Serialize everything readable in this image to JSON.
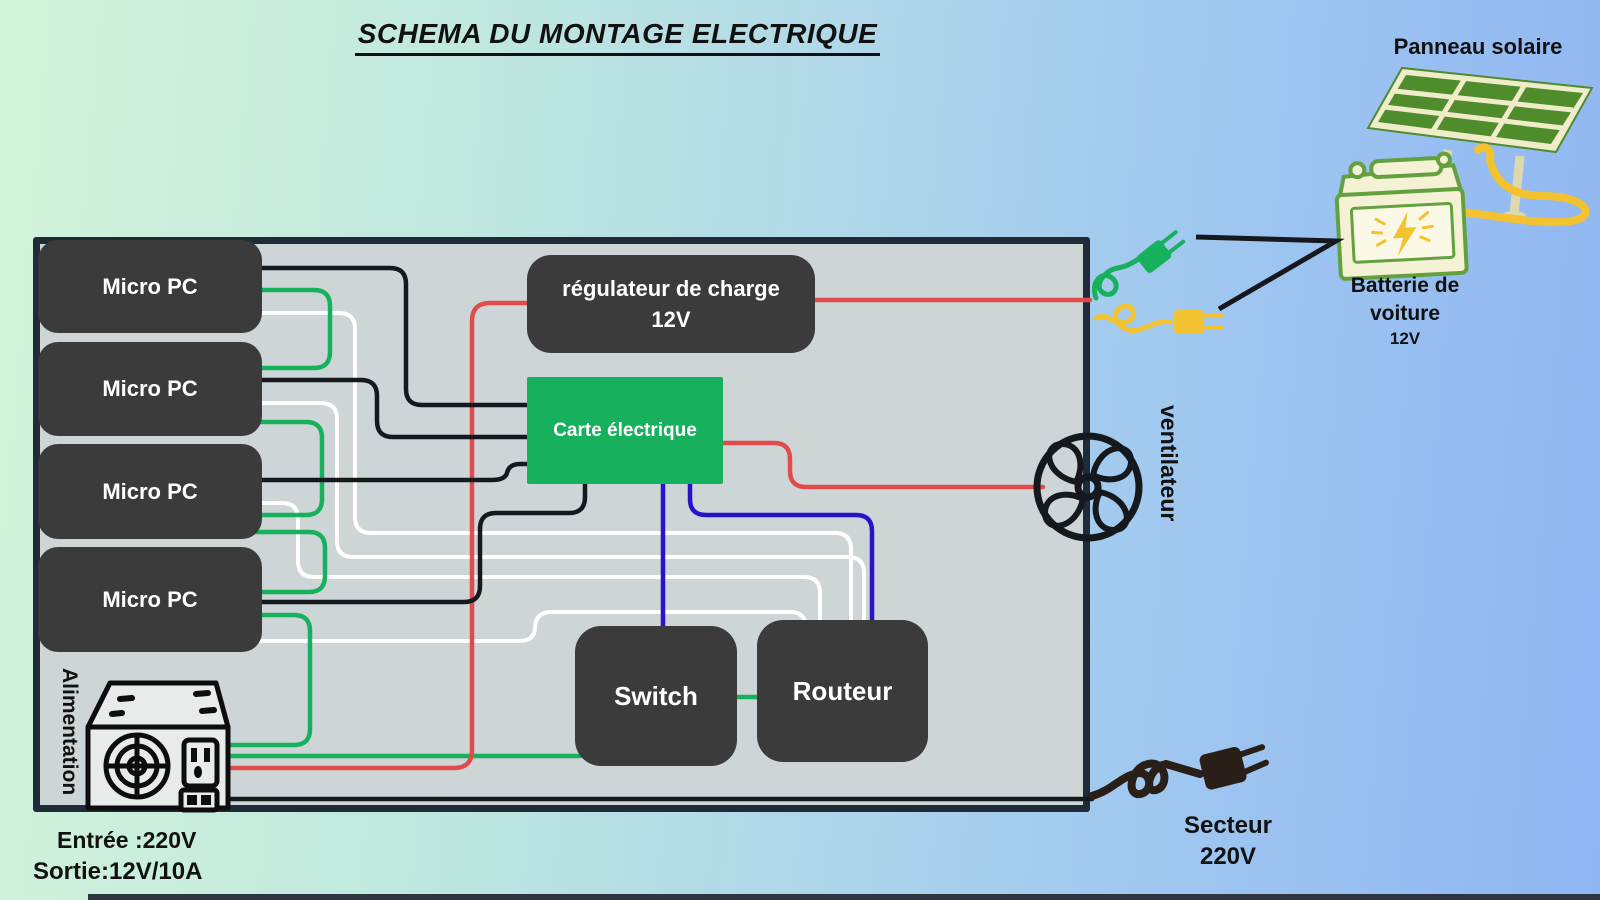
{
  "title": "SCHEMA DU MONTAGE ELECTRIQUE",
  "enclosure": {
    "micro_pcs": [
      "Micro PC",
      "Micro PC",
      "Micro PC",
      "Micro PC"
    ],
    "regulator": {
      "line1": "régulateur de charge",
      "line2": "12V"
    },
    "carte": {
      "label": "Carte électrique"
    },
    "switch_box": {
      "label": "Switch"
    },
    "router": {
      "label": "Routeur"
    },
    "psu": {
      "label": "Alimentation",
      "input": "Entrée :220V",
      "output": "Sortie:12V/10A"
    },
    "fan": {
      "label": "ventilateur"
    }
  },
  "external": {
    "solar_panel": {
      "label": "Panneau solaire"
    },
    "battery": {
      "line1": "Batterie de",
      "line2": "voiture",
      "voltage": "12V"
    },
    "mains": {
      "line1": "Secteur",
      "line2": "220V"
    }
  },
  "colors": {
    "wire_black": "#15181c",
    "wire_green": "#17b05c",
    "wire_white": "#ffffff",
    "wire_red": "#e14b4b",
    "wire_blue": "#2a12cc",
    "accent_yellow": "#f2c230",
    "box_dark": "#3b3b3b",
    "box_green": "#17b05c",
    "enclosure_fill": "#cdd5d6",
    "enclosure_border": "#1f2b36"
  },
  "connections": [
    {
      "from": "Micro PC (x4)",
      "to": "Carte électrique",
      "color": "black"
    },
    {
      "from": "Micro PC (x4)",
      "to": "Routeur",
      "color": "white"
    },
    {
      "from": "Alimentation",
      "to": "Micro PC (chaînés x4)",
      "color": "green"
    },
    {
      "from": "Alimentation",
      "to": "Switch",
      "color": "green"
    },
    {
      "from": "Switch",
      "to": "Routeur",
      "color": "green"
    },
    {
      "from": "Alimentation",
      "to": "régulateur de charge 12V",
      "color": "red"
    },
    {
      "from": "régulateur de charge 12V",
      "to": "Batterie de voiture 12V",
      "color": "red"
    },
    {
      "from": "Carte électrique",
      "to": "ventilateur",
      "color": "red"
    },
    {
      "from": "Carte électrique",
      "to": "Switch",
      "color": "blue"
    },
    {
      "from": "Carte électrique",
      "to": "Routeur",
      "color": "blue"
    },
    {
      "from": "Alimentation",
      "to": "Secteur 220V",
      "color": "black"
    }
  ]
}
